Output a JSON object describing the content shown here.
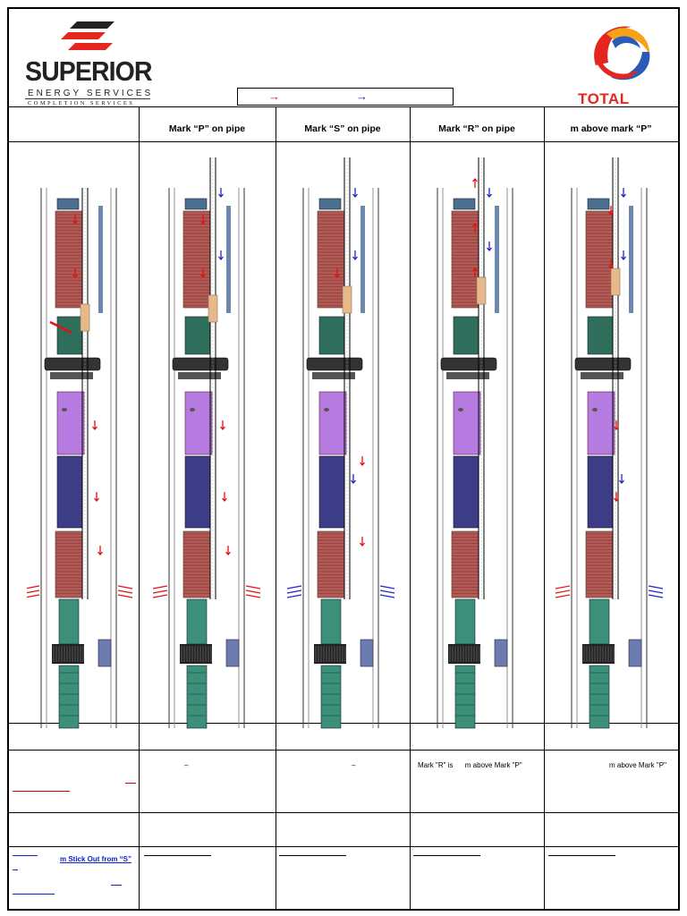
{
  "brand_left": {
    "name": "SUPERIOR",
    "line1": "ENERGY SERVICES",
    "line2": "COMPLETION SERVICES"
  },
  "brand_right": {
    "name": "TOTAL"
  },
  "legend": {
    "red_arrow": "→",
    "blue_arrow": "→",
    "red_color": "#e11111",
    "blue_color": "#2222cc"
  },
  "columns": [
    {
      "header": ""
    },
    {
      "header": "Mark “P” on pipe"
    },
    {
      "header": "Mark “S” on pipe"
    },
    {
      "header": "Mark “R” on pipe"
    },
    {
      "header": "m above mark “P”"
    }
  ],
  "row_b": {
    "col1": "–",
    "col2": "–",
    "col3": "Mark \"R\" is      m above Mark \"P\"",
    "col4": "m above Mark \"P\""
  },
  "row_d": {
    "col0_link": "m Stick Out from “S”"
  },
  "colors": {
    "casing_red": "#b25a55",
    "casing_green": "#2f6e5a",
    "casing_purple": "#b67be0",
    "casing_navy": "#3d3d87",
    "casing_teal": "#3c8f78",
    "steel_blue": "#4a6f8f",
    "arrow_red": "#e11111",
    "arrow_blue": "#2222cc",
    "liner_tan": "#e7b889"
  }
}
